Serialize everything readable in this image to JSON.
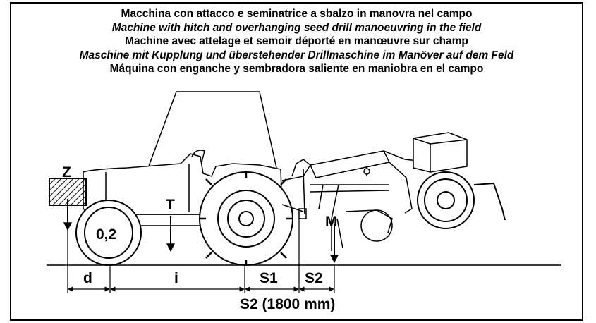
{
  "titles": {
    "it": "Macchina con attacco e seminatrice a sbalzo in manovra nel campo",
    "en": "Machine with hitch and overhanging seed drill manoeuvring in the field",
    "fr": "Machine avec attelage et semoir déporté en manœuvre sur champ",
    "de": "Maschine mit Kupplung und überstehender Drillmaschine im Manöver auf dem Feld",
    "es": "Máquina con enganche y sembradora saliente en maniobra en el campo"
  },
  "labels": {
    "z": "Z",
    "t": "T",
    "m": "M",
    "front_axle_load": "0,2",
    "d": "d",
    "i": "i",
    "s1": "S1",
    "s2": "S2",
    "s2_total": "S2 (1800 mm)"
  }
}
